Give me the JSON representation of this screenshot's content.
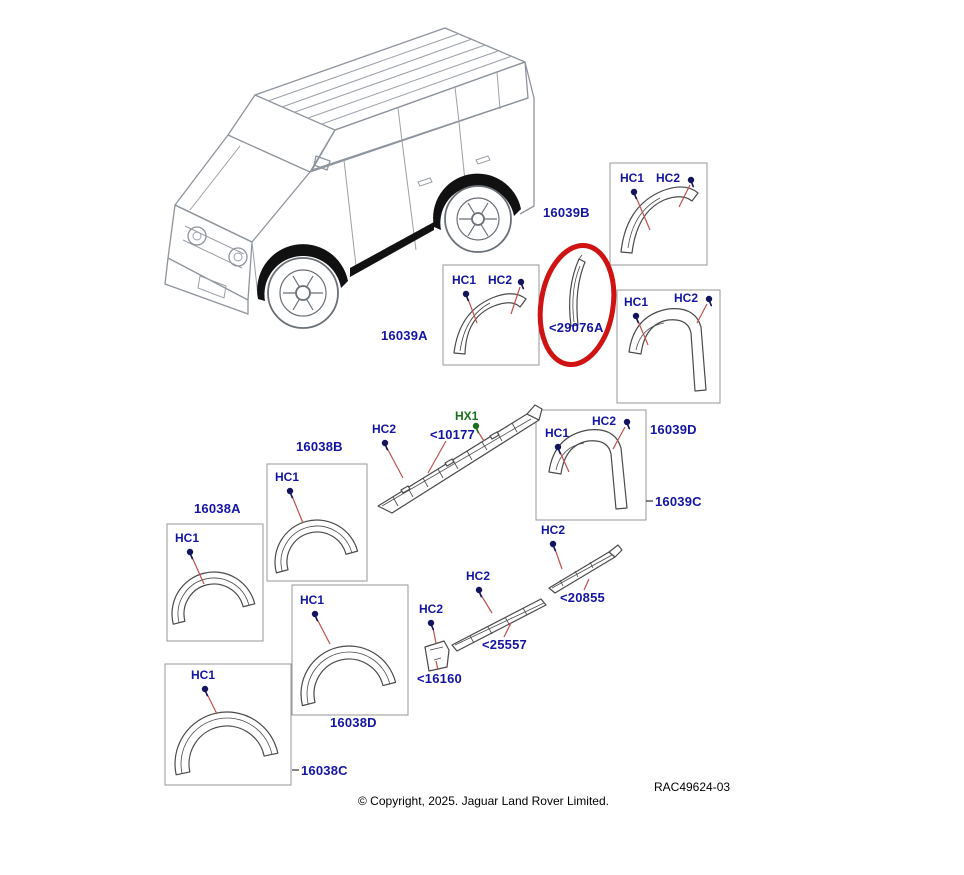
{
  "page": {
    "copyright": "© Copyright, 2025. Jaguar Land Rover Limited.",
    "ref_code": "RAC49624-03"
  },
  "colors": {
    "part_label": "#1414a3",
    "fastener_label": "#1414a3",
    "hx1_green": "#1b6e1b",
    "highlight_red": "#cf1313",
    "leader_line": "#c0504d"
  },
  "fasteners": {
    "hc1": "HC1",
    "hc2": "HC2",
    "hx1": "HX1"
  },
  "parts": {
    "p16039B": {
      "label": "16039B",
      "fasteners": [
        "HC1",
        "HC2"
      ]
    },
    "p16039A": {
      "label": "16039A",
      "fasteners": [
        "HC1",
        "HC2"
      ]
    },
    "p29076A": {
      "label": "<29076A",
      "fasteners": [],
      "highlighted": true
    },
    "p16039D": {
      "label": "16039D",
      "fasteners": [
        "HC1",
        "HC2"
      ]
    },
    "p16039C": {
      "label": "16039C",
      "fasteners": [
        "HC1",
        "HC2"
      ]
    },
    "p16038B": {
      "label": "16038B",
      "fasteners": [
        "HC1"
      ]
    },
    "p16038A": {
      "label": "16038A",
      "fasteners": [
        "HC1"
      ]
    },
    "p16038D": {
      "label": "16038D",
      "fasteners": [
        "HC1"
      ]
    },
    "p16038C": {
      "label": "16038C",
      "fasteners": [
        "HC1"
      ]
    },
    "p10177": {
      "label": "<10177",
      "fasteners": [
        "HC2",
        "HX1"
      ]
    },
    "p20855": {
      "label": "<20855",
      "fasteners": [
        "HC2"
      ]
    },
    "p25557": {
      "label": "<25557",
      "fasteners": [
        "HC2"
      ]
    },
    "p16160": {
      "label": "<16160",
      "fasteners": [
        "HC2"
      ]
    }
  }
}
